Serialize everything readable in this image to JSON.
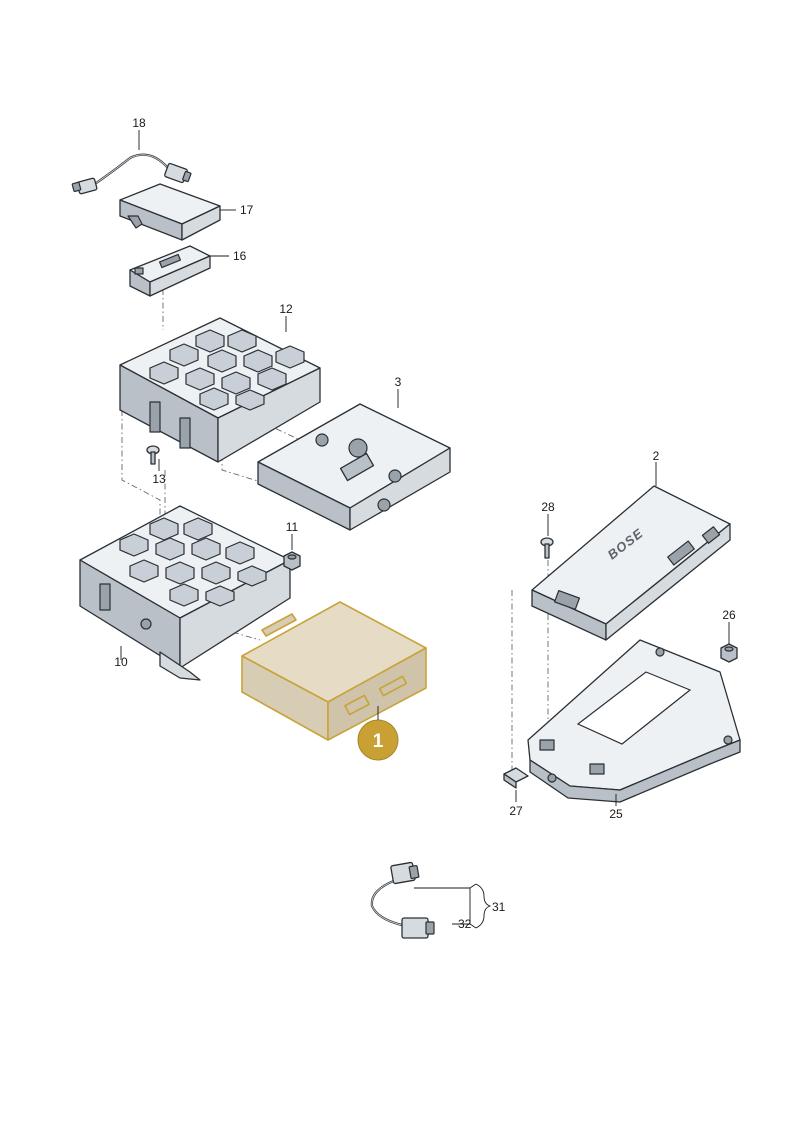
{
  "diagram": {
    "callouts": [
      {
        "id": "18",
        "label": "18"
      },
      {
        "id": "17",
        "label": "17"
      },
      {
        "id": "16",
        "label": "16"
      },
      {
        "id": "12",
        "label": "12"
      },
      {
        "id": "3",
        "label": "3"
      },
      {
        "id": "13",
        "label": "13"
      },
      {
        "id": "11",
        "label": "11"
      },
      {
        "id": "10",
        "label": "10"
      },
      {
        "id": "2",
        "label": "2"
      },
      {
        "id": "28",
        "label": "28"
      },
      {
        "id": "26",
        "label": "26"
      },
      {
        "id": "27",
        "label": "27"
      },
      {
        "id": "25",
        "label": "25"
      },
      {
        "id": "31",
        "label": "31"
      },
      {
        "id": "32",
        "label": "32"
      }
    ],
    "highlight_badge": "1",
    "brand_mark": "BOSE",
    "highlight_color": "#c9a033"
  }
}
